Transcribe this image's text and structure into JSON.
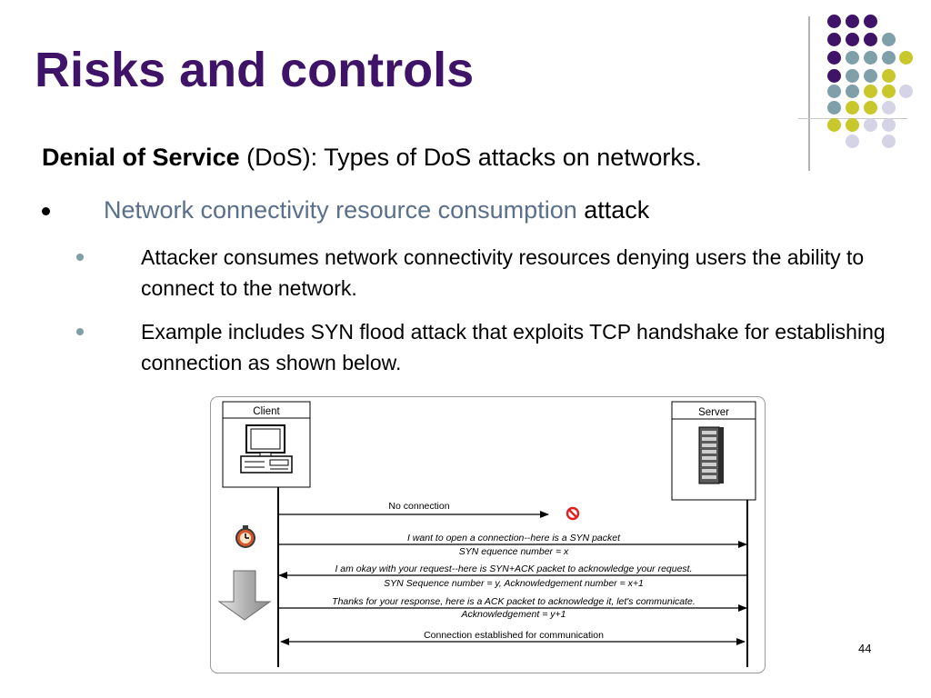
{
  "slide": {
    "title": "Risks and controls",
    "heading_bold": "Denial of Service",
    "heading_rest": " (DoS): Types of DoS attacks on networks.",
    "bullet": {
      "accent_text": "Network connectivity resource consumption",
      "rest_text": " attack"
    },
    "subbullets": [
      "Attacker consumes network connectivity resources denying users the ability to connect to the network.",
      "Example includes SYN flood attack that exploits TCP handshake for establishing connection as shown below."
    ],
    "page_number": "44"
  },
  "diagram": {
    "client_label": "Client",
    "server_label": "Server",
    "messages": [
      {
        "above": "No connection",
        "below": ""
      },
      {
        "above": "I want to open a connection--here is a SYN packet",
        "below": "SYN equence number = x"
      },
      {
        "above": "I am okay with your request--here is SYN+ACK packet to acknowledge your request.",
        "below": "SYN Sequence number = y, Acknowledgement number = x+1"
      },
      {
        "above": "Thanks for your response, here is a ACK packet to acknowledge it, let's communicate.",
        "below": "Acknowledgement = y+1"
      },
      {
        "above": "Connection established for communication",
        "below": ""
      }
    ],
    "icons": [
      "computer-icon",
      "server-icon",
      "stopwatch-icon",
      "down-arrow-icon",
      "no-entry-icon"
    ]
  },
  "colors": {
    "title": "#3f1367",
    "accent_text": "#5a6f8a",
    "dot_purple": "#3f1367",
    "dot_teal": "#7f9fa9",
    "dot_yellow": "#c8c72b",
    "dot_lavender": "#d5d4e6"
  }
}
